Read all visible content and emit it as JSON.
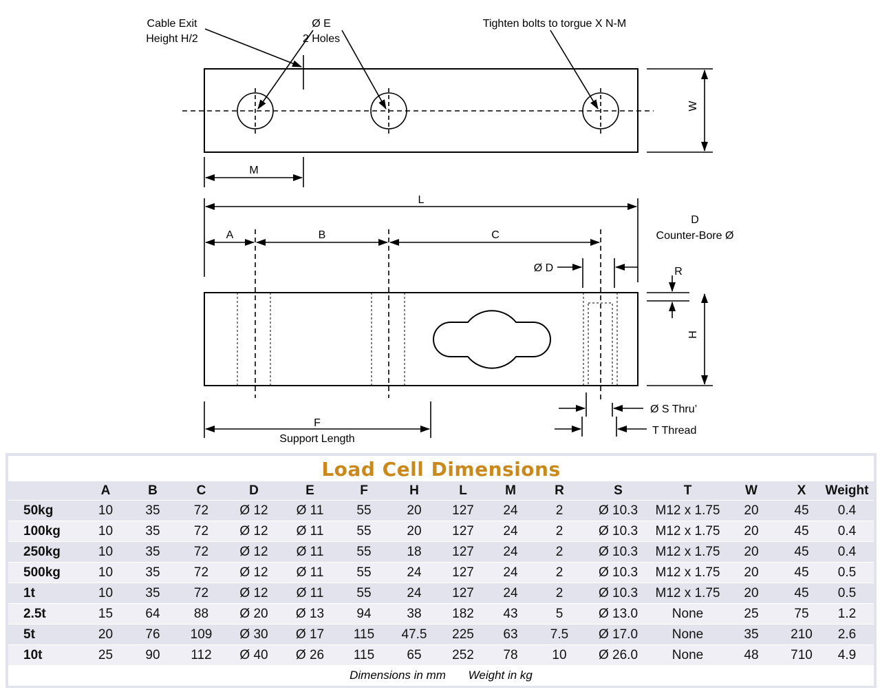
{
  "drawing": {
    "cable_exit": "Cable Exit",
    "height_h2": "Height H/2",
    "dia_e": "Ø E",
    "two_holes": "2 Holes",
    "tighten": "Tighten bolts to torgue X N-M",
    "w": "W",
    "m": "M",
    "l": "L",
    "a": "A",
    "b": "B",
    "c": "C",
    "d": "D",
    "counter_bore": "Counter-Bore Ø",
    "dia_d": "Ø D",
    "r": "R",
    "h": "H",
    "f": "F",
    "support_length": "Support Length",
    "dia_s": "Ø S Thru’",
    "t_thread": "T Thread"
  },
  "table": {
    "title": "Load Cell Dimensions",
    "headers": [
      "",
      "A",
      "B",
      "C",
      "D",
      "E",
      "F",
      "H",
      "L",
      "M",
      "R",
      "S",
      "T",
      "W",
      "X",
      "Weight"
    ],
    "rows": [
      [
        "50kg",
        "10",
        "35",
        "72",
        "Ø 12",
        "Ø 11",
        "55",
        "20",
        "127",
        "24",
        "2",
        "Ø 10.3",
        "M12 x 1.75",
        "20",
        "45",
        "0.4"
      ],
      [
        "100kg",
        "10",
        "35",
        "72",
        "Ø 12",
        "Ø 11",
        "55",
        "20",
        "127",
        "24",
        "2",
        "Ø 10.3",
        "M12 x 1.75",
        "20",
        "45",
        "0.4"
      ],
      [
        "250kg",
        "10",
        "35",
        "72",
        "Ø 12",
        "Ø 11",
        "55",
        "18",
        "127",
        "24",
        "2",
        "Ø 10.3",
        "M12 x 1.75",
        "20",
        "45",
        "0.4"
      ],
      [
        "500kg",
        "10",
        "35",
        "72",
        "Ø 12",
        "Ø 11",
        "55",
        "24",
        "127",
        "24",
        "2",
        "Ø 10.3",
        "M12 x 1.75",
        "20",
        "45",
        "0.5"
      ],
      [
        "1t",
        "10",
        "35",
        "72",
        "Ø 12",
        "Ø 11",
        "55",
        "24",
        "127",
        "24",
        "2",
        "Ø 10.3",
        "M12 x 1.75",
        "20",
        "45",
        "0.5"
      ],
      [
        "2.5t",
        "15",
        "64",
        "88",
        "Ø 20",
        "Ø 13",
        "94",
        "38",
        "182",
        "43",
        "5",
        "Ø 13.0",
        "None",
        "25",
        "75",
        "1.2"
      ],
      [
        "5t",
        "20",
        "76",
        "109",
        "Ø 30",
        "Ø 17",
        "115",
        "47.5",
        "225",
        "63",
        "7.5",
        "Ø 17.0",
        "None",
        "35",
        "210",
        "2.6"
      ],
      [
        "10t",
        "25",
        "90",
        "112",
        "Ø 40",
        "Ø 26",
        "115",
        "65",
        "252",
        "78",
        "10",
        "Ø 26.0",
        "None",
        "48",
        "710",
        "4.9"
      ]
    ],
    "footer_dimensions": "Dimensions in mm",
    "footer_weight": "Weight in kg",
    "title_color": "#c9891c",
    "row_shade": "#e3e3ee"
  }
}
